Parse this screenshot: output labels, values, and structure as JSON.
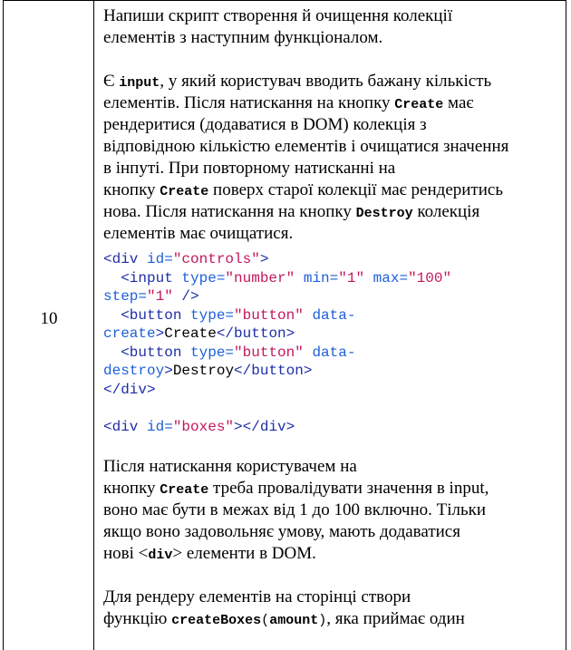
{
  "task": {
    "number": "10",
    "intro": [
      "Напиши скрипт створення й очищення колекції",
      "елементів з наступним функціоналом."
    ],
    "para1": {
      "l1_a": "Є ",
      "l1_code": "input",
      "l1_b": ", у який користувач вводить бажану кількість",
      "l2": "елементів. Після натискання на кнопку ",
      "l2_code": "Create",
      "l2_b": " має",
      "l3": "рендеритися (додаватися в DOM) колекція з",
      "l4": "відповідною кількістю елементів і очищатися значення",
      "l5": "в інпуті. При повторному натисканні на",
      "l6_a": "кнопку ",
      "l6_code": "Create",
      "l6_b": " поверх старої колекції має рендеритись",
      "l7_a": "нова. Після натискання на кнопку ",
      "l7_code": "Destroy",
      "l7_b": " колекція",
      "l8": "елементів має очищатися."
    },
    "code": {
      "c1_tag_open": "<div",
      "c1_attr": " id=",
      "c1_str": "\"controls\"",
      "c1_close": ">",
      "c2_indent": "  ",
      "c2_tag": "<input",
      "c2_attr1": " type=",
      "c2_str1": "\"number\"",
      "c2_attr2": " min=",
      "c2_str2": "\"1\"",
      "c2_attr3": " max=",
      "c2_str3": "\"100\"",
      "c3_attr": "step=",
      "c3_str": "\"1\"",
      "c3_close": " />",
      "c4_indent": "  ",
      "c4_tag": "<button",
      "c4_attr1": " type=",
      "c4_str1": "\"button\"",
      "c4_attr2": " data-",
      "c5_attr": "create",
      "c5_close": ">",
      "c5_text": "Create",
      "c5_end": "</button>",
      "c6_indent": "  ",
      "c6_tag": "<button",
      "c6_attr1": " type=",
      "c6_str1": "\"button\"",
      "c6_attr2": " data-",
      "c7_attr": "destroy",
      "c7_close": ">",
      "c7_text": "Destroy",
      "c7_end": "</button>",
      "c8_end": "</div>",
      "c9_tag_open": "<div",
      "c9_attr": " id=",
      "c9_str": "\"boxes\"",
      "c9_close": "></div>"
    },
    "para2": {
      "l1": "Після натискання користувачем на",
      "l2_a": "кнопку ",
      "l2_code": "Create",
      "l2_b": " треба провалідувати значення в input,",
      "l3": "воно має бути в межах від 1 до 100 включно. Тільки",
      "l4": "якщо воно задовольняє умову, мають додаватися",
      "l5_a": "нові <",
      "l5_code": "div",
      "l5_b": "> елементи в DOM."
    },
    "para3": {
      "l1": "Для рендеру елементів на сторінці створи",
      "l2_a": "функцію ",
      "l2_code1": "createBoxes",
      "l2_paren_open": "(",
      "l2_code2": "amount",
      "l2_paren_close": ")",
      "l2_b": ", яка приймає один"
    }
  },
  "colors": {
    "tag": "#1e2fa8",
    "attr": "#1e5fd8",
    "string": "#c2185b"
  }
}
